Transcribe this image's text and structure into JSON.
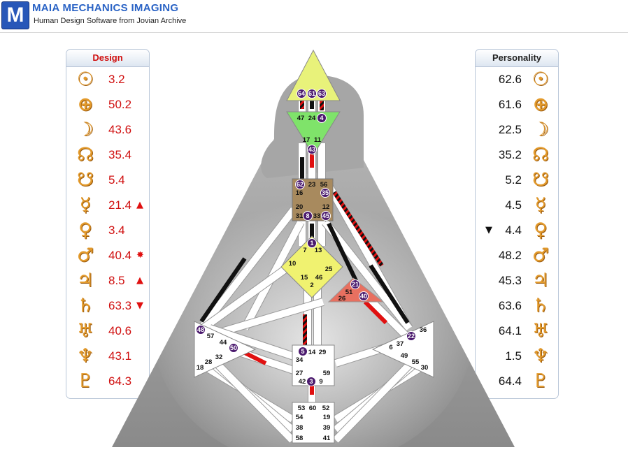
{
  "header": {
    "logo_letter": "M",
    "brand": "MAIA MECHANICS IMAGING",
    "tagline": "Human Design Software from Jovian Archive"
  },
  "design": {
    "title": "Design",
    "rows": [
      {
        "glyph": "sun-icon",
        "symbol": "☉",
        "value": "3.2",
        "mark": ""
      },
      {
        "glyph": "earth-icon",
        "symbol": "⊕",
        "value": "50.2",
        "mark": ""
      },
      {
        "glyph": "moon-icon",
        "symbol": "☽",
        "value": "43.6",
        "mark": ""
      },
      {
        "glyph": "north-node-icon",
        "symbol": "☊",
        "value": "35.4",
        "mark": ""
      },
      {
        "glyph": "south-node-icon",
        "symbol": "☋",
        "value": "5.4",
        "mark": ""
      },
      {
        "glyph": "mercury-icon",
        "symbol": "☿",
        "value": "21.4",
        "mark": "▲"
      },
      {
        "glyph": "venus-icon",
        "symbol": "♀",
        "value": "3.4",
        "mark": ""
      },
      {
        "glyph": "mars-icon",
        "symbol": "♂",
        "value": "40.4",
        "mark": "✸"
      },
      {
        "glyph": "jupiter-icon",
        "symbol": "♃",
        "value": "8.5",
        "mark": "▲"
      },
      {
        "glyph": "saturn-icon",
        "symbol": "♄",
        "value": "63.3",
        "mark": "▼"
      },
      {
        "glyph": "uranus-icon",
        "symbol": "♅",
        "value": "40.6",
        "mark": ""
      },
      {
        "glyph": "neptune-icon",
        "symbol": "♆",
        "value": "43.1",
        "mark": ""
      },
      {
        "glyph": "pluto-icon",
        "symbol": "♇",
        "value": "64.3",
        "mark": ""
      }
    ]
  },
  "personality": {
    "title": "Personality",
    "rows": [
      {
        "glyph": "sun-icon",
        "symbol": "☉",
        "value": "62.6",
        "mark": ""
      },
      {
        "glyph": "earth-icon",
        "symbol": "⊕",
        "value": "61.6",
        "mark": ""
      },
      {
        "glyph": "moon-icon",
        "symbol": "☽",
        "value": "22.5",
        "mark": ""
      },
      {
        "glyph": "north-node-icon",
        "symbol": "☊",
        "value": "35.2",
        "mark": ""
      },
      {
        "glyph": "south-node-icon",
        "symbol": "☋",
        "value": "5.2",
        "mark": ""
      },
      {
        "glyph": "mercury-icon",
        "symbol": "☿",
        "value": "4.5",
        "mark": ""
      },
      {
        "glyph": "venus-icon",
        "symbol": "♀",
        "value": "4.4",
        "mark": "▼"
      },
      {
        "glyph": "mars-icon",
        "symbol": "♂",
        "value": "48.2",
        "mark": ""
      },
      {
        "glyph": "jupiter-icon",
        "symbol": "♃",
        "value": "45.3",
        "mark": ""
      },
      {
        "glyph": "saturn-icon",
        "symbol": "♄",
        "value": "63.6",
        "mark": ""
      },
      {
        "glyph": "uranus-icon",
        "symbol": "♅",
        "value": "64.1",
        "mark": ""
      },
      {
        "glyph": "neptune-icon",
        "symbol": "♆",
        "value": "1.5",
        "mark": ""
      },
      {
        "glyph": "pluto-icon",
        "symbol": "♇",
        "value": "64.4",
        "mark": ""
      }
    ]
  },
  "bodygraph": {
    "colors": {
      "head": "#e8f27a",
      "ajna": "#7fe36a",
      "throat": "#a88a5e",
      "g": "#f0f270",
      "ego": "#e87060",
      "undefined": "#ffffff",
      "personality_line": "#111111",
      "design_line": "#e01010",
      "active_gate": "#4b1a6e"
    },
    "active_gates": [
      "64",
      "61",
      "63",
      "4",
      "43",
      "62",
      "35",
      "8",
      "45",
      "1",
      "21",
      "40",
      "48",
      "50",
      "5",
      "3",
      "22"
    ],
    "gates": {
      "head": [
        "64",
        "61",
        "63"
      ],
      "ajna": [
        "47",
        "24",
        "4",
        "17",
        "11",
        "43"
      ],
      "throat": [
        "62",
        "23",
        "56",
        "16",
        "35",
        "20",
        "12",
        "31",
        "8",
        "33",
        "45"
      ],
      "g": [
        "1",
        "7",
        "13",
        "10",
        "25",
        "15",
        "46",
        "2"
      ],
      "ego": [
        "21",
        "51",
        "26",
        "40"
      ],
      "spleen": [
        "48",
        "57",
        "44",
        "50",
        "32",
        "28",
        "18"
      ],
      "sacral": [
        "5",
        "14",
        "29",
        "34",
        "27",
        "59",
        "42",
        "3",
        "9"
      ],
      "solar_plexus": [
        "36",
        "6",
        "37",
        "22",
        "49",
        "55",
        "30"
      ],
      "root": [
        "53",
        "60",
        "52",
        "54",
        "19",
        "38",
        "39",
        "58",
        "41"
      ]
    }
  }
}
